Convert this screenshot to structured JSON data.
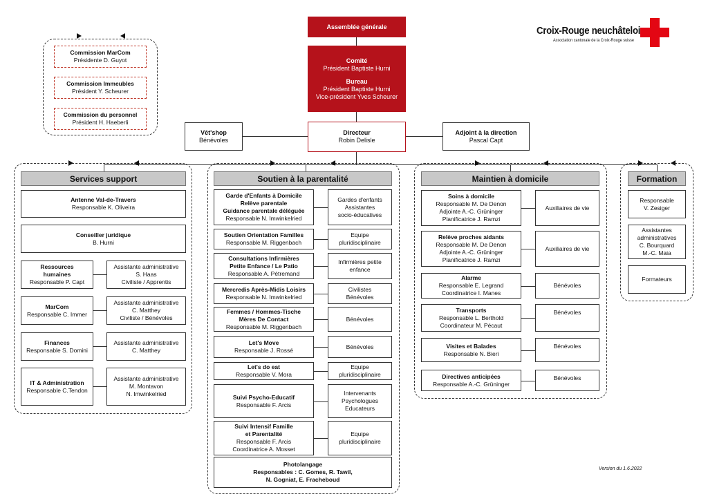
{
  "logo": {
    "title": "Croix-Rouge neuchâteloise",
    "subtitle": "Association cantonale de la Croix-Rouge suisse",
    "cross_color": "#e30613"
  },
  "version": "Version du 1.6.2022",
  "top": {
    "assemblee": "Assemblée générale",
    "comite_title": "Comité",
    "comite_president": "Président Baptiste Hurni",
    "bureau_title": "Bureau",
    "bureau_president": "Président Baptiste Hurni",
    "bureau_vice": "Vice-président Yves Scheurer",
    "directeur_title": "Directeur",
    "directeur_name": "Robin Delisle",
    "vetshop_title": "Vêt'shop",
    "vetshop_sub": "Bénévoles",
    "adjoint_title": "Adjoint à la direction",
    "adjoint_name": "Pascal Capt"
  },
  "commissions": [
    {
      "title": "Commission MarCom",
      "sub": "Présidente D. Guyot"
    },
    {
      "title": "Commission Immeubles",
      "sub": "Président Y. Scheurer"
    },
    {
      "title": "Commission du personnel",
      "sub": "Président H. Haeberli"
    }
  ],
  "services": {
    "heading": "Services support",
    "antenne": {
      "title": "Antenne Val-de-Travers",
      "sub": "Responsable K. Oliveira"
    },
    "conseiller": {
      "title": "Conseiller juridique",
      "sub": "B. Hurni"
    },
    "rows": [
      {
        "l1": "Ressources",
        "l2": "humaines",
        "sub": "Responsable P. Capt",
        "r": [
          "Assistante administrative",
          "S. Haas",
          "Civiliste / Apprentis"
        ]
      },
      {
        "l1": "MarCom",
        "l2": "",
        "sub": "Responsable C. Immer",
        "r": [
          "Assistante administrative",
          "C. Matthey",
          "Civiliste / Bénévoles"
        ]
      },
      {
        "l1": "Finances",
        "l2": "",
        "sub": "Responsable S. Domini",
        "r": [
          "Assistante administrative",
          "C. Matthey",
          ""
        ]
      },
      {
        "l1": "IT & Administration",
        "l2": "",
        "sub": "Responsable C.Tendon",
        "r": [
          "Assistante administrative",
          "M. Montavon",
          "N. Imwinkelried"
        ]
      }
    ]
  },
  "soutien": {
    "heading": "Soutien à la parentalité",
    "rows": [
      {
        "b": [
          "Garde d'Enfants à Domicile",
          "Relève parentale",
          "Guidance parentale déléguée"
        ],
        "n": [
          "Responsable  N. Imwinkelried"
        ],
        "r": [
          "Gardes d'enfants",
          "Assistantes",
          "socio-éducatives"
        ]
      },
      {
        "b": [
          "Soutien Orientation Familles"
        ],
        "n": [
          "Responsable  M. Riggenbach"
        ],
        "r": [
          "Equipe",
          "pluridisciplinaire"
        ]
      },
      {
        "b": [
          "Consultations Infirmières",
          "Petite Enfance / Le Patio"
        ],
        "n": [
          "Responsable A. Pétremand"
        ],
        "r": [
          "Infirmières petite",
          "enfance"
        ]
      },
      {
        "b": [
          "Mercredis Après-Midis Loisirs"
        ],
        "n": [
          "Responsable N. Imwinkelried"
        ],
        "r": [
          "Civilistes",
          "Bénévoles"
        ]
      },
      {
        "b": [
          "Femmes / Hommes-Tische",
          "Mères De Contact"
        ],
        "n": [
          "Responsable M. Riggenbach"
        ],
        "r": [
          "Bénévoles"
        ]
      },
      {
        "b": [
          "Let's Move"
        ],
        "n": [
          "Responsable J. Rossé"
        ],
        "r": [
          "Bénévoles"
        ]
      },
      {
        "b": [
          "Let's do eat"
        ],
        "n": [
          "Responsable V. Mora"
        ],
        "r": [
          "Equipe",
          "pluridisciplinaire"
        ]
      },
      {
        "b": [
          "Suivi Psycho-Educatif"
        ],
        "n": [
          "Responsable F. Arcis"
        ],
        "r": [
          "Intervenants",
          "Psychologues",
          "Educateurs"
        ]
      },
      {
        "b": [
          "Suivi Intensif Famille",
          "et Parentalité"
        ],
        "n": [
          "Responsable F. Arcis",
          "Coordinatrice A. Mosset"
        ],
        "r": [
          "Equipe",
          "pluridisciplinaire"
        ]
      }
    ],
    "photo": {
      "b": [
        "Photolangage",
        "Responsables : C. Gomes, R. Tawil,",
        "N. Gogniat, E. Fracheboud"
      ]
    }
  },
  "maintien": {
    "heading": "Maintien à domicile",
    "rows": [
      {
        "b": [
          "Soins à domicile"
        ],
        "n": [
          "Responsable M. De Denon",
          "Adjointe A.-C. Grüninger",
          "Planificatrice J. Ramzi"
        ],
        "r": "Auxiliaires de vie"
      },
      {
        "b": [
          "Relève proches aidants"
        ],
        "n": [
          "Responsable M. De Denon",
          "Adjointe A.-C. Grüninger",
          "Planificatrice J. Ramzi"
        ],
        "r": "Auxiliaires de vie"
      },
      {
        "b": [
          "Alarme"
        ],
        "n": [
          "Responsable E. Legrand",
          "Coordinatrice I. Manes"
        ],
        "r": "Bénévoles"
      },
      {
        "b": [
          "Transports"
        ],
        "n": [
          "Responsable L. Berthold",
          "Coordinateur M. Pécaut"
        ],
        "r": "Bénévoles"
      },
      {
        "b": [
          "Visites et Balades"
        ],
        "n": [
          "Responsable N. Bieri"
        ],
        "r": "Bénévoles"
      },
      {
        "b": [
          "Directives anticipées"
        ],
        "n": [
          "Responsable A.-C. Grüninger"
        ],
        "r": "Bénévoles"
      }
    ]
  },
  "formation": {
    "heading": "Formation",
    "boxes": [
      {
        "lines": [
          "Responsable",
          "V. Zesiger"
        ]
      },
      {
        "lines": [
          "Assistantes",
          "administratives",
          "C. Bourquard",
          "M.-C. Maia"
        ]
      },
      {
        "lines": [
          "Formateurs"
        ]
      }
    ]
  }
}
